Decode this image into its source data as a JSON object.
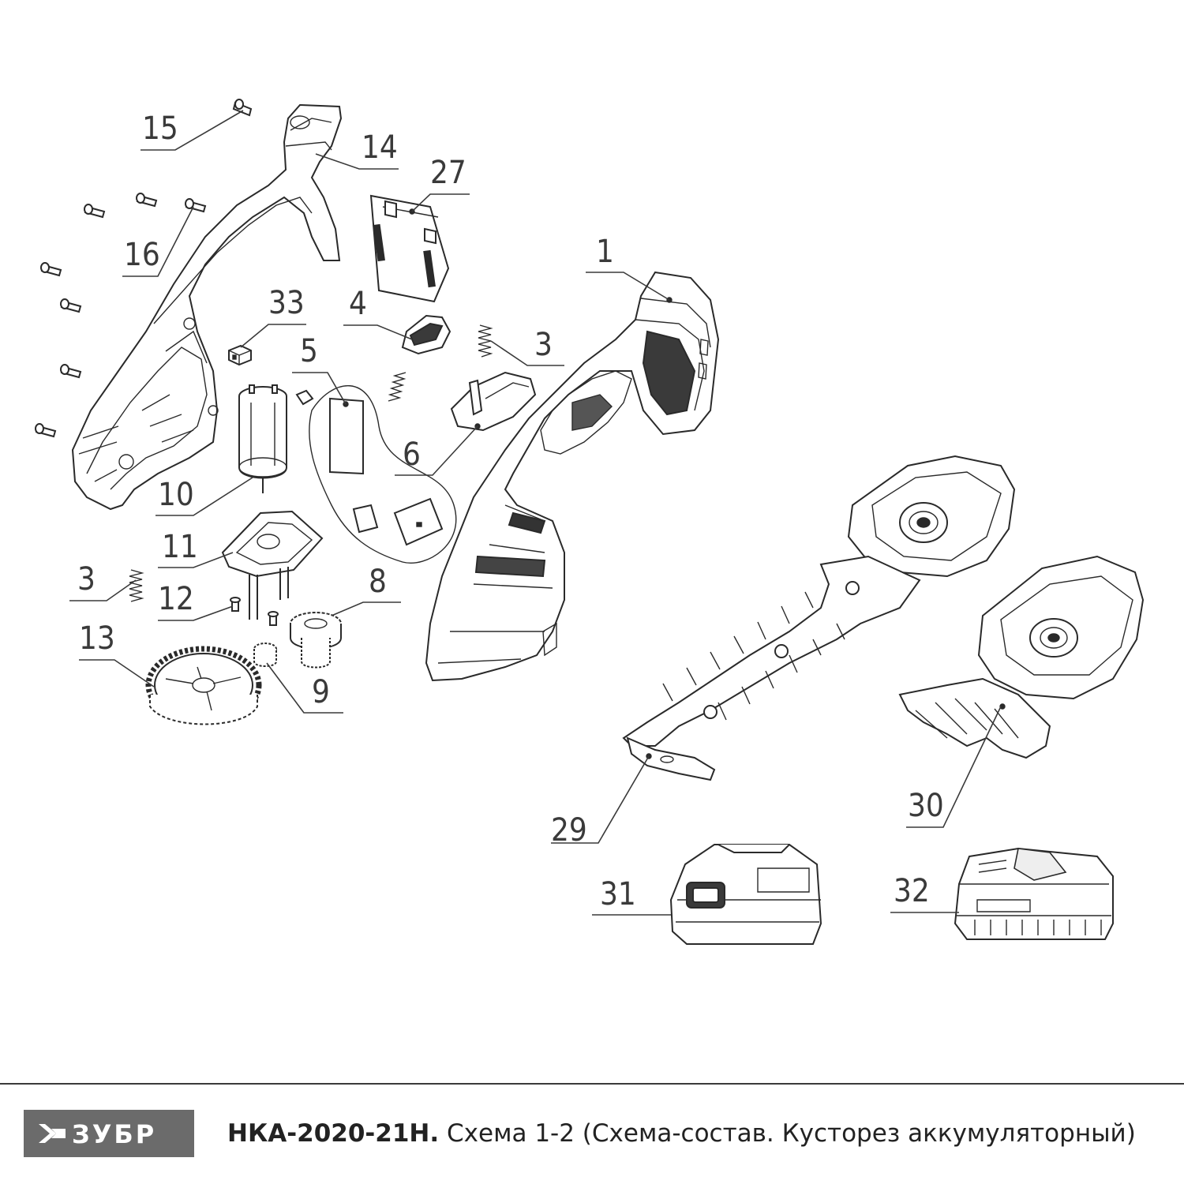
{
  "brand": {
    "logo_text": "ЗУБР",
    "logo_color": "#6b6b6b"
  },
  "caption": {
    "model": "НКА-2020-21Н.",
    "description": "Схема 1-2 (Схема-состав. Кусторез аккумуляторный)"
  },
  "callouts": [
    {
      "key": "c15",
      "label": "15"
    },
    {
      "key": "c14",
      "label": "14"
    },
    {
      "key": "c27",
      "label": "27"
    },
    {
      "key": "c16",
      "label": "16"
    },
    {
      "key": "c1",
      "label": "1"
    },
    {
      "key": "c33",
      "label": "33"
    },
    {
      "key": "c4",
      "label": "4"
    },
    {
      "key": "c3a",
      "label": "3"
    },
    {
      "key": "c5",
      "label": "5"
    },
    {
      "key": "c6",
      "label": "6"
    },
    {
      "key": "c10",
      "label": "10"
    },
    {
      "key": "c11",
      "label": "11"
    },
    {
      "key": "c3b",
      "label": "3"
    },
    {
      "key": "c12",
      "label": "12"
    },
    {
      "key": "c8",
      "label": "8"
    },
    {
      "key": "c13",
      "label": "13"
    },
    {
      "key": "c9",
      "label": "9"
    },
    {
      "key": "c29",
      "label": "29"
    },
    {
      "key": "c30",
      "label": "30"
    },
    {
      "key": "c31",
      "label": "31"
    },
    {
      "key": "c32",
      "label": "32"
    }
  ]
}
